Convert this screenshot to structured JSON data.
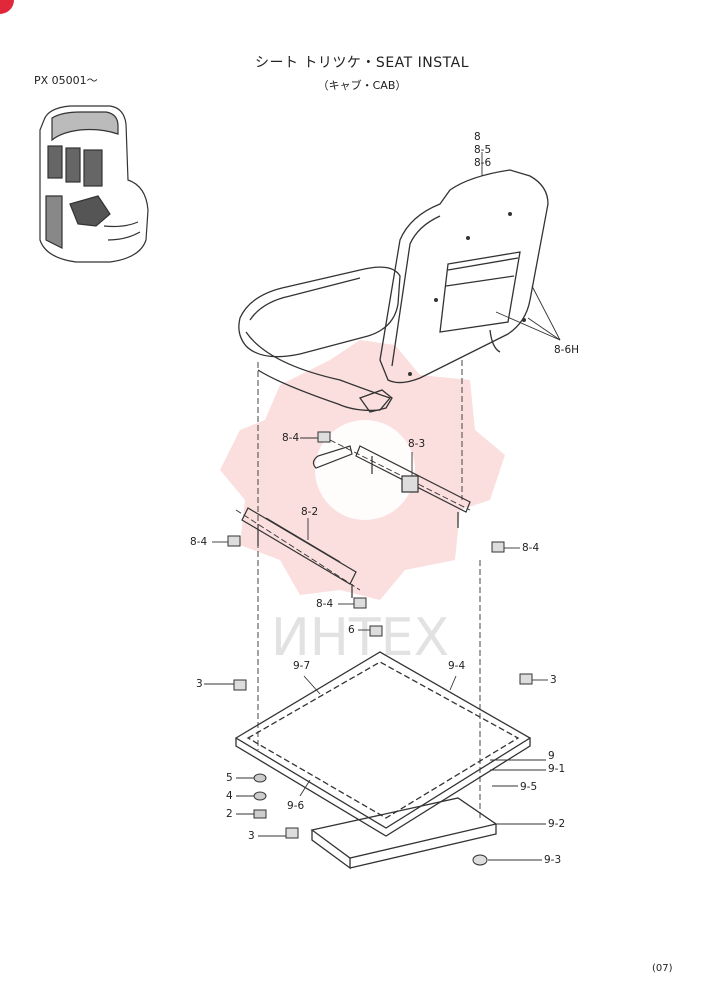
{
  "header": {
    "title": "シート トリツケ・SEAT INSTAL",
    "subtitle": "（キャブ・CAB）",
    "serial_range": "PX 05001～"
  },
  "watermark": {
    "text": "ИНТЕХ",
    "color": "#f08a8a"
  },
  "callouts": {
    "c8": "8",
    "c8_5": "8-5",
    "c8_6": "8-6",
    "c8_6h": "8-6H",
    "c8_4_a": "8-4",
    "c8_3": "8-3",
    "c8_2": "8-2",
    "c8_4_b": "8-4",
    "c8_4_c": "8-4",
    "c8_4_d": "8-4",
    "c6": "6",
    "c9_7": "9-7",
    "c9_4": "9-4",
    "c3_a": "3",
    "c3_b": "3",
    "c9": "9",
    "c9_1": "9-1",
    "c5": "5",
    "c4": "4",
    "c9_5": "9-5",
    "c9_6": "9-6",
    "c2": "2",
    "c9_2": "9-2",
    "c3_c": "3",
    "c9_3": "9-3"
  },
  "footer": {
    "page": "(07)"
  },
  "colors": {
    "line": "#333333",
    "badge": "#e0283a"
  }
}
